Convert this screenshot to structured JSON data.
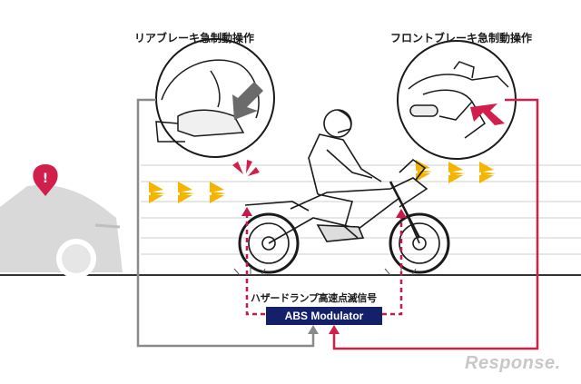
{
  "captions": {
    "rear_brake": "リアブレーキ急制動操作",
    "front_brake": "フロントブレーキ急制動操作",
    "hazard": "ハザードランプ高速点滅信号"
  },
  "modulator": {
    "label": "ABS Modulator"
  },
  "watermark": "Response.",
  "alert": {
    "symbol": "!"
  },
  "colors": {
    "rear_line": "#8a8a8a",
    "front_line": "#d21e4b",
    "hazard_line": "#c8184a",
    "signal_yellow": "#f5b400",
    "signal_red": "#d21e4b",
    "modulator_bg": "#15206a",
    "car_gray": "#d8d8d8"
  },
  "icons": [
    "alert-pin-icon",
    "press-arrow-icon",
    "hazard-signal-icon"
  ]
}
